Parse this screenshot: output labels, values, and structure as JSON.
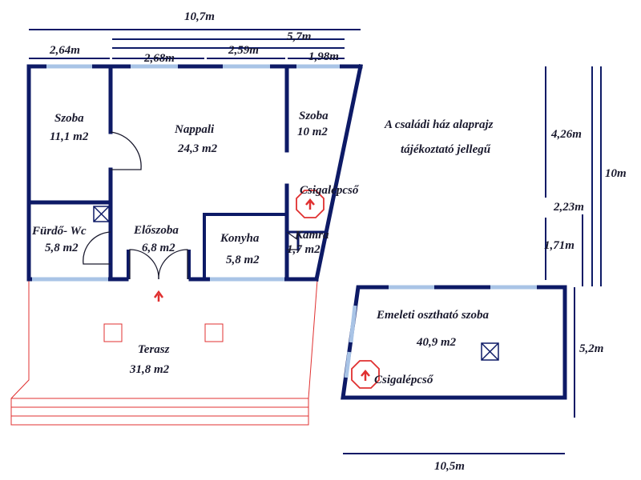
{
  "title": {
    "line1": "A családi ház alaprajz",
    "line2": "tájékoztató jellegű"
  },
  "dimensions": {
    "total_width": "10,7m",
    "upper_width": "5,7m",
    "w1": "2,64m",
    "w2": "2,68m",
    "w3": "2,59m",
    "w4": "1,98m",
    "h1": "4,26m",
    "h2": "2,23m",
    "h3": "1,71m",
    "total_height": "10m",
    "upper_room_height": "5,2m",
    "upper_room_width": "10,5m"
  },
  "rooms": {
    "szoba1": {
      "name": "Szoba",
      "area": "11,1 m2"
    },
    "nappali": {
      "name": "Nappali",
      "area": "24,3 m2"
    },
    "szoba2": {
      "name": "Szoba",
      "area": "10 m2"
    },
    "furdo": {
      "name": "Fürdő- Wc",
      "area": "5,8 m2"
    },
    "eloszoba": {
      "name": "Előszoba",
      "area": "6,8 m2"
    },
    "konyha": {
      "name": "Konyha",
      "area": "5,8 m2"
    },
    "kamra": {
      "name": "Kamra",
      "area": "1,7 m2"
    },
    "terasz": {
      "name": "Terasz",
      "area": "31,8 m2"
    },
    "emeleti": {
      "name": "Emeleti osztható szoba",
      "area": "40,9 m2"
    }
  },
  "stairs": {
    "ground": "Csigalépcső",
    "upper": "Csigalépcső"
  },
  "colors": {
    "wall": "#0d1a66",
    "window": "#a9c4e6",
    "terrace": "#e03030",
    "stair": "#e03030"
  }
}
